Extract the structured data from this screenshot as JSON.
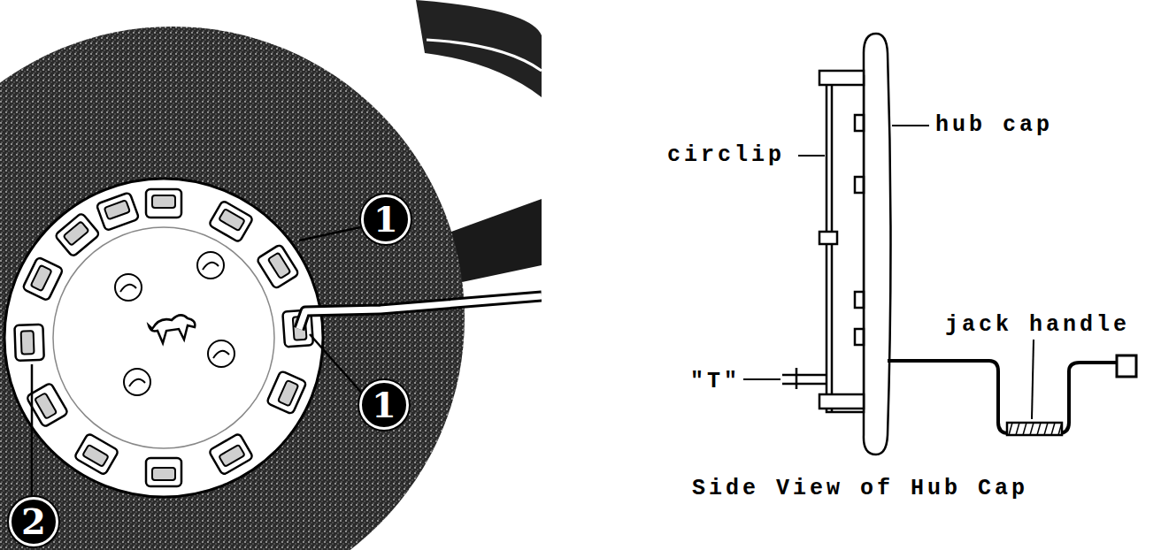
{
  "diagram": {
    "caption": "Side View of Hub Cap",
    "nodes": [
      {
        "text": [
          "1"
        ]
      },
      {
        "text": [
          "1"
        ]
      },
      {
        "text": [
          "2"
        ]
      }
    ],
    "labels": [
      "hub cap",
      "circlip",
      "\"T\"",
      "jack handle"
    ]
  }
}
